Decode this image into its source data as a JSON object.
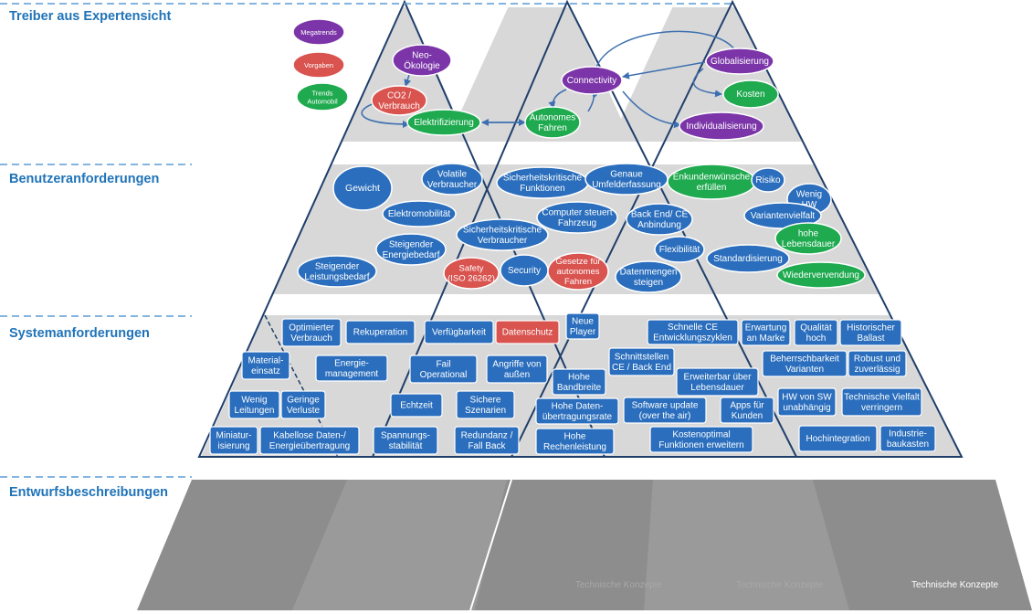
{
  "colors": {
    "purple": "#7b35a8",
    "red": "#d9534f",
    "green": "#1faa4f",
    "blue": "#2a6ebd",
    "heading": "#1f73b8"
  },
  "levels": {
    "treiber": "Treiber aus Expertensicht",
    "benutzer": "Benutzeranforderungen",
    "system": "Systemanforderungen",
    "entwurf": "Entwurfsbeschreibungen"
  },
  "legend": {
    "megatrends": "Megatrends",
    "vorgaben": "Vorgaben",
    "trends_automobil": [
      "Trends",
      "Automobil"
    ]
  },
  "drivers": {
    "neo_oekologie": [
      "Neo-",
      "Ökologie"
    ],
    "co2": [
      "CO2 /",
      "Verbrauch"
    ],
    "elektrifizierung": "Elektrifizierung",
    "connectivity": "Connectivity",
    "autonomes_fahren": [
      "Autonomes",
      "Fahren"
    ],
    "globalisierung": "Globalisierung",
    "kosten": "Kosten",
    "individualisierung": "Individualisierung"
  },
  "user_reqs": {
    "gewicht": "Gewicht",
    "volatile": [
      "Volatile",
      "Verbraucher"
    ],
    "elektromobilitaet": "Elektromobilität",
    "steigender_energie": [
      "Steigender",
      "Energiebedarf"
    ],
    "steigender_leistung": [
      "Steigender",
      "Leistungsbedarf"
    ],
    "sicherheitskritische_funktionen": [
      "Sicherheitskritische",
      "Funktionen"
    ],
    "genaue_umfeld": [
      "Genaue",
      "Umfelderfassung"
    ],
    "computer_steuert": [
      "Computer steuert",
      "Fahrzeug"
    ],
    "backend": [
      "Back End/ CE",
      "Anbindung"
    ],
    "sicherheitskritische_verbraucher": [
      "Sicherheitskritische",
      "Verbraucher"
    ],
    "safety": [
      "Safety",
      "(ISO 26262)"
    ],
    "security": "Security",
    "gesetze": [
      "Gesetze für",
      "autonomes",
      "Fahren"
    ],
    "datenmengen": [
      "Datenmengen",
      "steigen"
    ],
    "flexibilitaet": "Flexibilität",
    "kundenwuensche": [
      "Enkundenwünsche",
      "erfüllen"
    ],
    "risiko": "Risiko",
    "wenig_hw": [
      "Wenig",
      "HW"
    ],
    "variantenvielfalt": "Variantenvielfalt",
    "hohe_lebensdauer": [
      "hohe",
      "Lebensdauer"
    ],
    "standardisierung": "Standardisierung",
    "wiederverwendung": "Wiedervervendung"
  },
  "system_reqs": {
    "optimierter": [
      "Optimierter",
      "Verbrauch"
    ],
    "rekuperation": "Rekuperation",
    "material": [
      "Material-",
      "einsatz"
    ],
    "energiemanagement": [
      "Energie-",
      "management"
    ],
    "wenig_leitungen": [
      "Wenig",
      "Leitungen"
    ],
    "geringe_verluste": [
      "Geringe",
      "Verluste"
    ],
    "miniaturisierung": [
      "Miniatur-",
      "isierung"
    ],
    "kabellose": [
      "Kabellose Daten-/",
      "Energieübertragung"
    ],
    "verfuegbarkeit": "Verfügbarkeit",
    "datenschutz": "Datenschutz",
    "fail_op": [
      "Fail",
      "Operational"
    ],
    "angriffe": [
      "Angriffe von",
      "außen"
    ],
    "echtzeit": "Echtzeit",
    "sichere_szenarien": [
      "Sichere",
      "Szenarien"
    ],
    "spannungsstabilitaet": [
      "Spannungs-",
      "stabilität"
    ],
    "redundanz": [
      "Redundanz /",
      "Fall Back"
    ],
    "neue_player": [
      "Neue",
      "Player"
    ],
    "hohe_bandbreite": [
      "Hohe",
      "Bandbreite"
    ],
    "hohe_datenrate": [
      "Hohe Daten-",
      "übertragungsrate"
    ],
    "hohe_rechenleistung": [
      "Hohe",
      "Rechenleistung"
    ],
    "schnelle_ce": [
      "Schnelle  CE",
      "Entwicklungszyklen"
    ],
    "schnittstellen": [
      "Schnittstellen",
      "CE / Back End"
    ],
    "erweiterbar": [
      "Erweiterbar über",
      "Lebensdauer"
    ],
    "software_update": [
      "Software update",
      "(over the air)"
    ],
    "apps": [
      "Apps für",
      "Kunden"
    ],
    "kostenoptimal": [
      "Kostenoptimal",
      "Funktionen erweitern"
    ],
    "erwartung": [
      "Erwartung",
      "an Marke"
    ],
    "qualitaet": [
      "Qualität",
      "hoch"
    ],
    "historischer": [
      "Historischer",
      "Ballast"
    ],
    "beherrschbarkeit": [
      "Beherrschbarkeit",
      "Varianten"
    ],
    "robust": [
      "Robust und",
      "zuverlässig"
    ],
    "hw_von_sw": [
      "HW von SW",
      "unabhängig"
    ],
    "technische_vielfalt": [
      "Technische Vielfalt",
      "verringern"
    ],
    "hochintegration": "Hochintegration",
    "industriebaukasten": [
      "Industrie-",
      "baukasten"
    ]
  },
  "design": {
    "konzepte_1": "Technische Konzepte",
    "konzepte_2": "Technische Konzepte",
    "konzepte_3": "Technische Konzepte"
  }
}
